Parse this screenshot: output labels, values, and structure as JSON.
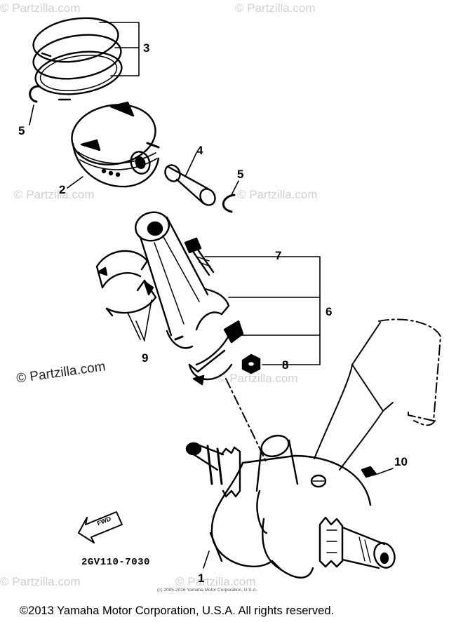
{
  "callouts": {
    "c1": "1",
    "c2": "2",
    "c3": "3",
    "c4": "4",
    "c5a": "5",
    "c5b": "5",
    "c6": "6",
    "c7": "7",
    "c8": "8",
    "c9": "9",
    "c10": "10"
  },
  "fwd_label": "FWD",
  "part_code": "2GV110-7030",
  "fine_print": "(c) 2005-2016 Yamaha Motor Corporation, U.S.A.",
  "copyright": "©2013 Yamaha Motor Corporation, U.S.A. All rights reserved.",
  "watermarks": {
    "top_left": "© Partzilla.com",
    "top_right": "© Partzilla.com",
    "mid_left": "© Partzilla.com",
    "mid_right": "© Partzilla.com",
    "center_left": "© Partzilla.com",
    "center_mid": "© Partzilla.com",
    "bottom_left": "© Partzilla.com",
    "bottom_right": "© Partzilla.com"
  }
}
